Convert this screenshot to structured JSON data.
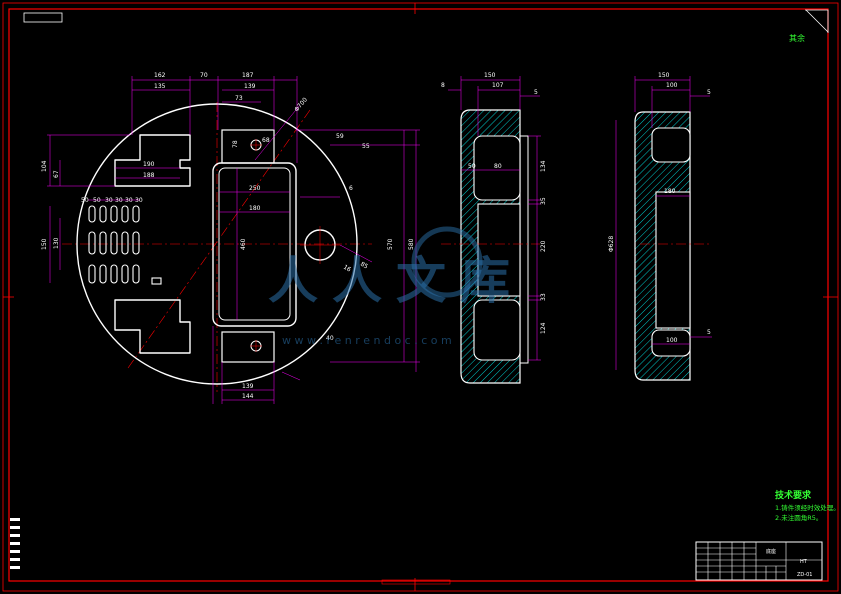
{
  "sheet": {
    "corner_mark": "其余"
  },
  "colors": {
    "frame": "#ff0000",
    "outline": "#ffffff",
    "dim": "#ff00ff",
    "center": "#ff0000",
    "hatch": "#00ffff",
    "note": "#33ff33",
    "title_block": "#ffffff"
  },
  "front_view": {
    "dims_top": [
      "162",
      "70",
      "187",
      "135",
      "139",
      "73"
    ],
    "dims_left": [
      "104",
      "67",
      "150",
      "130"
    ],
    "dims_inner": [
      "190",
      "188",
      "250",
      "180",
      "460",
      "59",
      "55",
      "16",
      "6",
      "78",
      "68",
      "40",
      "50",
      "50",
      "30",
      "30",
      "30",
      "30"
    ],
    "dims_right": [
      "570",
      "580",
      "85"
    ],
    "dims_bottom": [
      "139",
      "144"
    ],
    "diameter": "Φ700"
  },
  "section_view": {
    "dims_top": [
      "150",
      "107",
      "8",
      "5"
    ],
    "dims_mid": [
      "50",
      "80",
      "134",
      "35",
      "220",
      "33",
      "124"
    ]
  },
  "side_view": {
    "dims_top": [
      "150",
      "100",
      "5"
    ],
    "dims_mid": [
      "180",
      "100",
      "5"
    ],
    "diameter": "Φ628"
  },
  "tech_notes": {
    "title": "技术要求",
    "lines": [
      "1.铸件须经时效处理。",
      "2.未注圆角R5。"
    ]
  },
  "watermark": {
    "text": "人人文库",
    "url": "w w w . r e n r e n d o c . c o m"
  },
  "title_block": {
    "part_name": "底座",
    "material": "HT",
    "drawing_no": "ZD-01"
  }
}
